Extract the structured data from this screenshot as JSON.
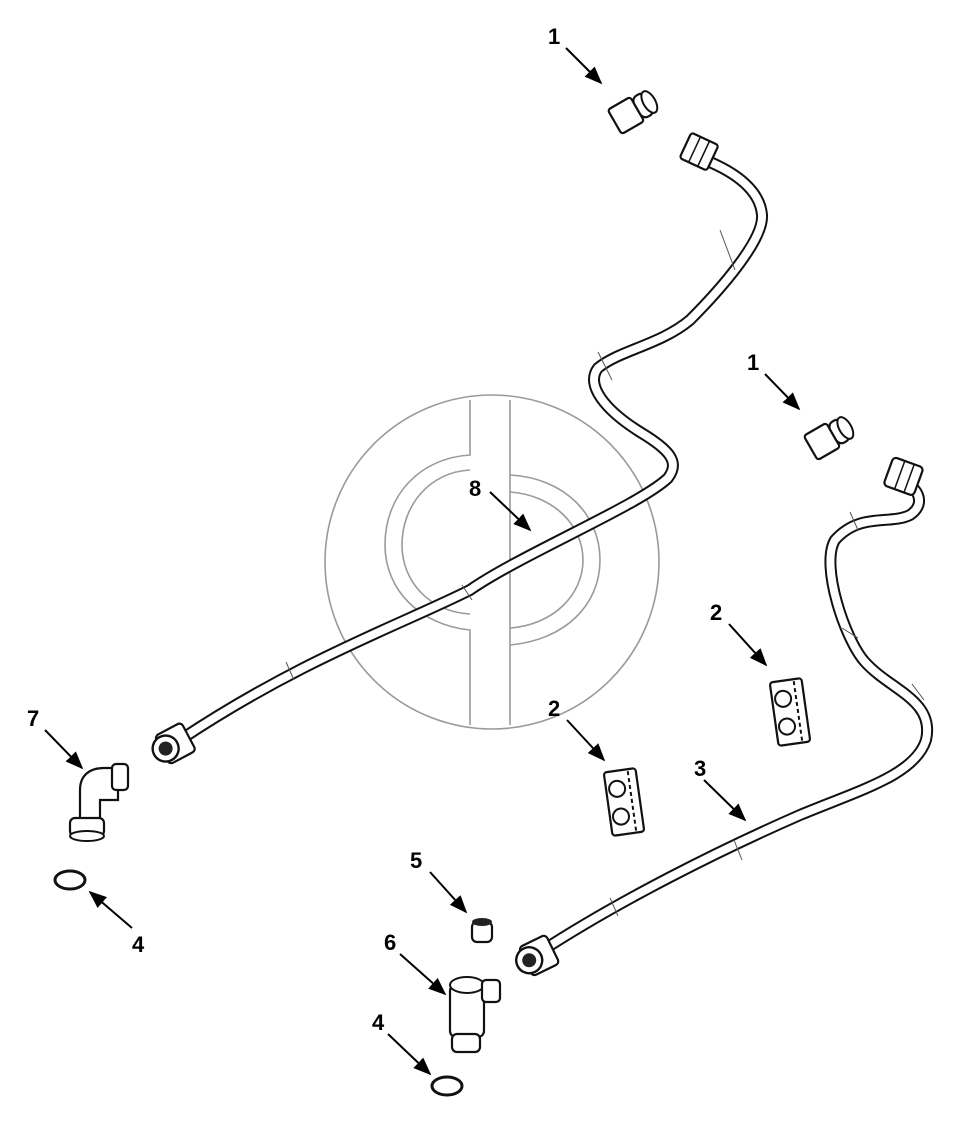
{
  "callouts": [
    {
      "id": "c1a",
      "label": "1"
    },
    {
      "id": "c1b",
      "label": "1"
    },
    {
      "id": "c2a",
      "label": "2"
    },
    {
      "id": "c2b",
      "label": "2"
    },
    {
      "id": "c3",
      "label": "3"
    },
    {
      "id": "c4a",
      "label": "4"
    },
    {
      "id": "c4b",
      "label": "4"
    },
    {
      "id": "c5",
      "label": "5"
    },
    {
      "id": "c6",
      "label": "6"
    },
    {
      "id": "c7",
      "label": "7"
    },
    {
      "id": "c8",
      "label": "8"
    }
  ],
  "colors": {
    "line": "#111111",
    "watermark": "#9a9a9a",
    "background": "#ffffff"
  }
}
